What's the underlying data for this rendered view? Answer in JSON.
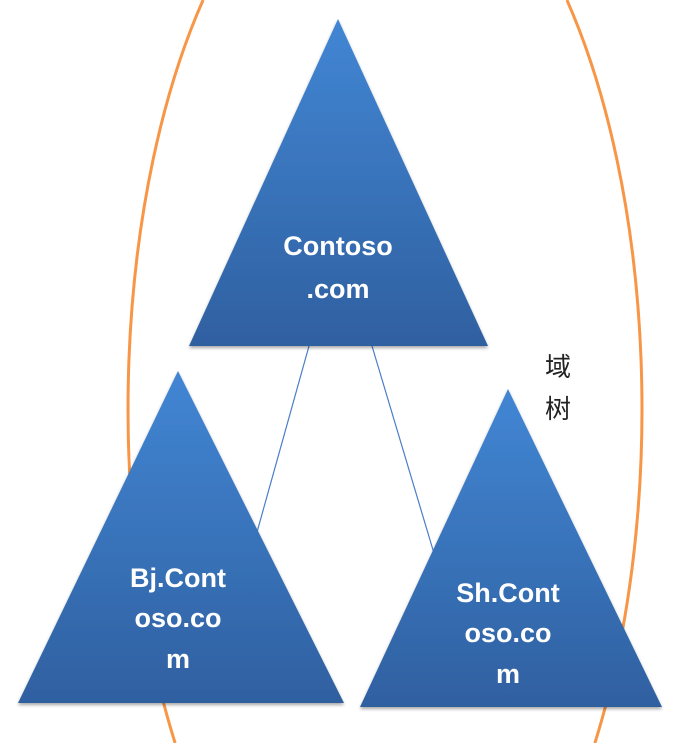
{
  "diagram": {
    "group_label": [
      "域",
      "树"
    ],
    "nodes": [
      {
        "id": "root",
        "lines": [
          "Contoso",
          ".com"
        ]
      },
      {
        "id": "bj",
        "lines": [
          "Bj.Cont",
          "oso.co",
          "m"
        ]
      },
      {
        "id": "sh",
        "lines": [
          "Sh.Cont",
          "oso.co",
          "m"
        ]
      }
    ],
    "edges": [
      {
        "from": "root",
        "to": "bj"
      },
      {
        "from": "root",
        "to": "sh"
      }
    ],
    "colors": {
      "ellipse": "#F79646",
      "triangle_top": "#4286D4",
      "triangle_bottom": "#2F60A0",
      "edge": "#4A7EC8"
    }
  }
}
